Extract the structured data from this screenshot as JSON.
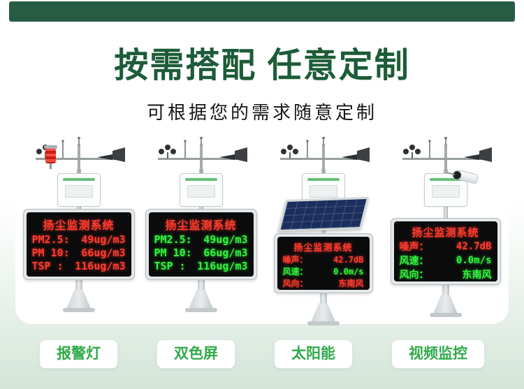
{
  "header": {
    "title": "按需搭配 任意定制",
    "subtitle": "可根据您的需求随意定制"
  },
  "stations": [
    {
      "name": "alarm-light",
      "display": {
        "title": "扬尘监测系统",
        "title_color": "red",
        "lines": [
          {
            "label": "PM2.5:",
            "value": "49ug/m3",
            "color": "red"
          },
          {
            "label": "PM 10:",
            "value": "66ug/m3",
            "color": "red"
          },
          {
            "label": "TSP :",
            "value": "116ug/m3",
            "color": "red"
          }
        ]
      }
    },
    {
      "name": "dual-color-screen",
      "display": {
        "title": "扬尘监测系统",
        "title_color": "red",
        "lines": [
          {
            "label": "PM2.5:",
            "value": "49ug/m3",
            "color": "green"
          },
          {
            "label": "PM 10:",
            "value": "66ug/m3",
            "color": "green"
          },
          {
            "label": "TSP :",
            "value": "116ug/m3",
            "color": "green"
          }
        ]
      }
    },
    {
      "name": "solar-power",
      "display": {
        "title": "扬尘监测系统",
        "title_color": "red",
        "lines": [
          {
            "label": "噪声：",
            "value": "42.7dB",
            "color": "red"
          },
          {
            "label": "风速：",
            "value": "0.0m/s",
            "color": "green"
          },
          {
            "label": "风向：",
            "value": "东南风",
            "color": "red"
          }
        ]
      }
    },
    {
      "name": "video-monitoring",
      "display": {
        "title": "扬尘监测系统",
        "title_color": "red",
        "lines": [
          {
            "label": "噪声：",
            "value": "42.7dB",
            "color": "red"
          },
          {
            "label": "风速：",
            "value": "0.0m/s",
            "color": "green"
          },
          {
            "label": "风向：",
            "value": "东南风",
            "color": "green"
          }
        ]
      }
    }
  ],
  "buttons": [
    {
      "label": "报警灯"
    },
    {
      "label": "双色屏"
    },
    {
      "label": "太阳能"
    },
    {
      "label": "视频监控"
    }
  ],
  "colors": {
    "topbar_green": "#265c44",
    "title_green": "#1d5c38",
    "button_green": "#2faa4a",
    "led_red": "#ff3b2d",
    "led_green": "#30f23c"
  }
}
